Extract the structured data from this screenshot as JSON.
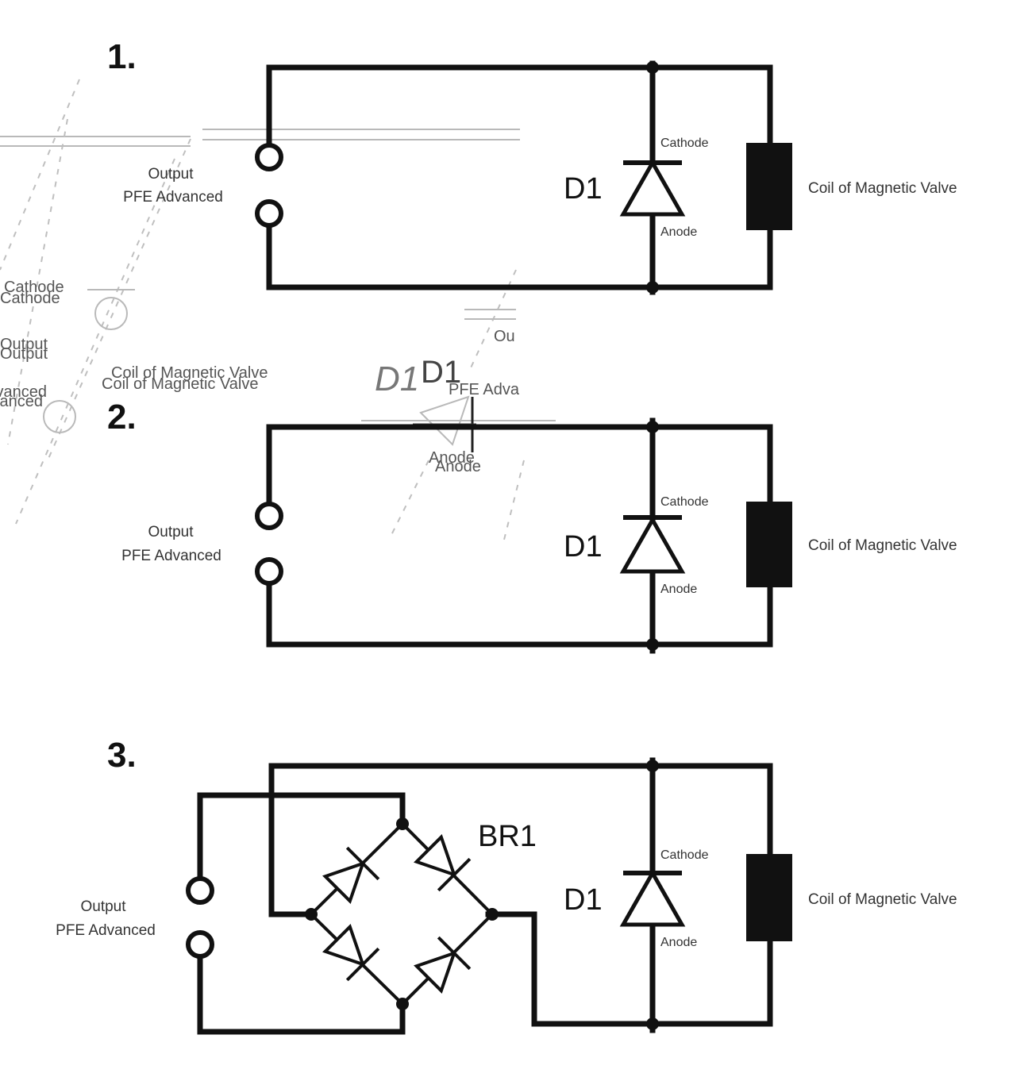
{
  "diagrams": [
    {
      "number": "1.",
      "output_label": [
        "Output",
        "PFE Advanced"
      ],
      "diode_ref": "D1",
      "cathode": "Cathode",
      "anode": "Anode",
      "coil": "Coil of Magnetic Valve"
    },
    {
      "number": "2.",
      "output_label": [
        "Output",
        "PFE Advanced"
      ],
      "diode_ref": "D1",
      "cathode": "Cathode",
      "anode": "Anode",
      "coil": "Coil of Magnetic Valve"
    },
    {
      "number": "3.",
      "output_label": [
        "Output",
        "PFE Advanced"
      ],
      "diode_ref": "D1",
      "bridge_ref": "BR1",
      "cathode": "Cathode",
      "anode": "Anode",
      "coil": "Coil of Magnetic Valve"
    }
  ],
  "ghost_text": {
    "cathode_a": "Cathode",
    "cathode_b": "Cathode",
    "output_a": "Output",
    "output_b": "Output",
    "advanced_a": "Advanced",
    "advanced_b": "Advanced",
    "coil_a": "Coil of Magnetic Valve",
    "coil_b": "Coil of Magnetic Valve",
    "d1_a": "D1",
    "d1_b": "D1",
    "pfe_adva": "PFE Adva",
    "anode_a": "Anode",
    "anode_b": "Anode",
    "out_fragment": "Ou"
  }
}
